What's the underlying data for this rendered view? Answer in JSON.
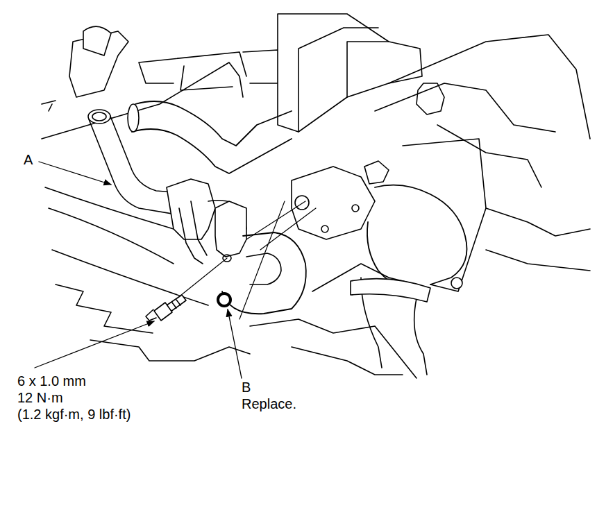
{
  "diagram": {
    "labels": [
      "A",
      "6 x 1.0 mm",
      "12 N·m",
      "(1.2 kgf·m, 9 lbf·ft)",
      "B",
      "Replace."
    ]
  }
}
